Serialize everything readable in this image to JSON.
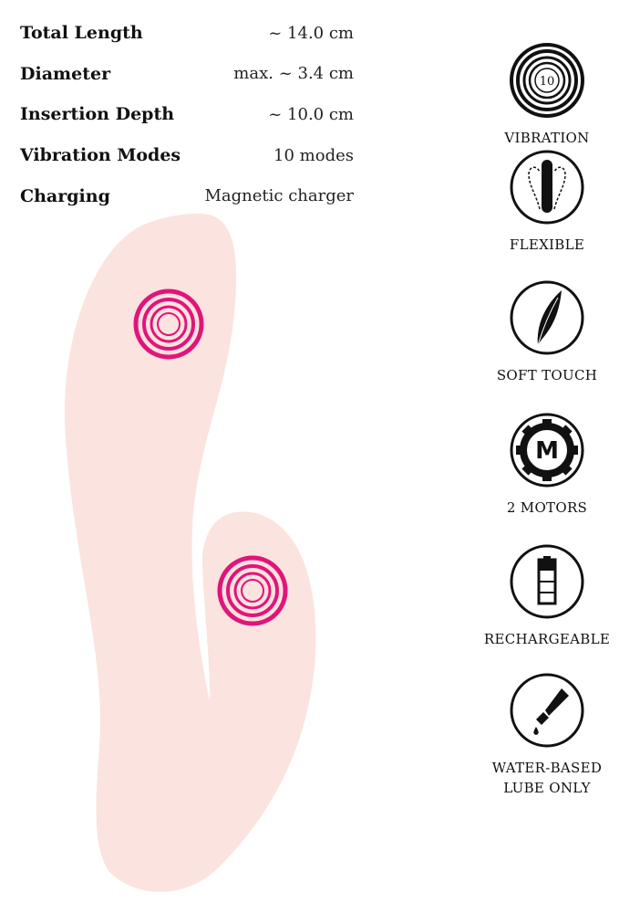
{
  "specs": [
    {
      "label": "Total Length",
      "value": "~ 14.0 cm"
    },
    {
      "label": "Diameter",
      "value": "max. ~ 3.4 cm"
    },
    {
      "label": "Insertion Depth",
      "value": "~ 10.0 cm"
    },
    {
      "label": "Vibration Modes",
      "value": "10 modes"
    },
    {
      "label": "Charging",
      "value": "Magnetic charger"
    }
  ],
  "features": [
    {
      "icon": "vibration-rings-icon",
      "label": "VIBRATION",
      "badge": "10"
    },
    {
      "icon": "flexible-icon",
      "label": "FLEXIBLE"
    },
    {
      "icon": "feather-icon",
      "label": "SOFT TOUCH"
    },
    {
      "icon": "motor-gear-icon",
      "label": "2 MOTORS",
      "badge": "M"
    },
    {
      "icon": "battery-icon",
      "label": "RECHARGEABLE"
    },
    {
      "icon": "lube-tube-icon",
      "label": "WATER-BASED LUBE ONLY",
      "label_lines": [
        "WATER-BASED",
        "LUBE ONLY"
      ]
    }
  ],
  "colors": {
    "body": "#fbe3df",
    "accent": "#e0157a",
    "icon": "#111111"
  }
}
